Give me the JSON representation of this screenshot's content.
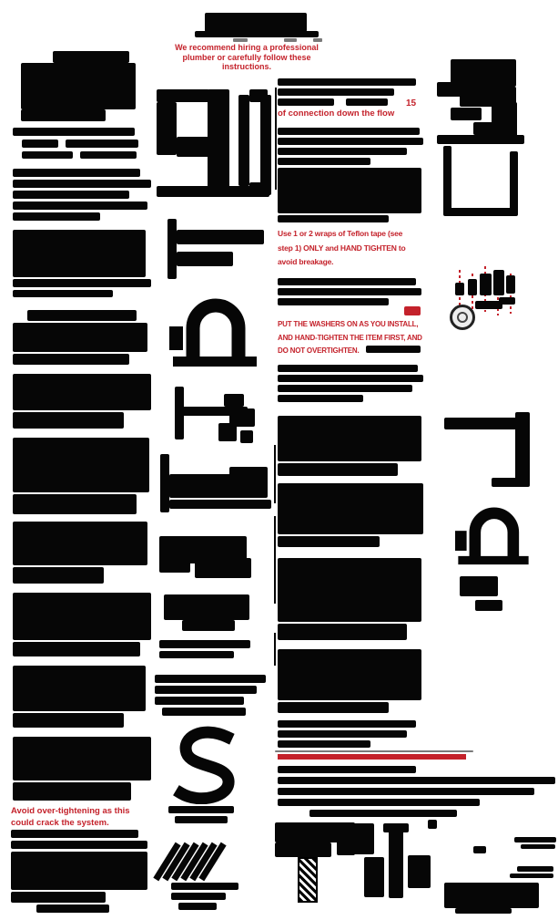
{
  "palette": {
    "ink": "#060606",
    "accent_red": "#c4222b",
    "rule_gray": "#7a7a7a"
  },
  "header": {
    "subtitle_line1": "We recommend hiring a professional",
    "subtitle_line2": "plumber or carefully follow these",
    "subtitle_line3": "instructions."
  },
  "callouts": {
    "step_number": "15",
    "flow_note": "of connection down the flow",
    "teflon_line1": "Use 1 or 2 wraps of Teflon tape (see",
    "teflon_line2": "step 1) ONLY and HAND TIGHTEN to",
    "teflon_line3": "avoid breakage.",
    "washer_line1": "PUT THE WASHERS ON AS YOU INSTALL,",
    "washer_line2": "AND HAND-TIGHTEN THE ITEM FIRST, AND",
    "washer_line3": "DO NOT OVERTIGHTEN.",
    "warning_line1": "Avoid over-tightening as this",
    "warning_line2": "could crack the system."
  },
  "illustrations": {
    "middle_fig1": "large-step-figure",
    "middle_fig2": "pipe-tee-figure",
    "middle_fig3": "faucet-arch-figure",
    "middle_fig4": "valve-bracket-figure",
    "middle_fig5": "supply-line-figure",
    "middle_fig6": "hose-s-curve-figure",
    "middle_fig7": "pipe-thread-hatch",
    "right_fig1": "sink-fitting-figure",
    "right_fig2": "sprayer-exploded-diagram",
    "right_fig3": "pipe-tee-figure-right",
    "right_fig4": "faucet-arch-figure-right",
    "bottom_fig": "parts-row-figure"
  }
}
